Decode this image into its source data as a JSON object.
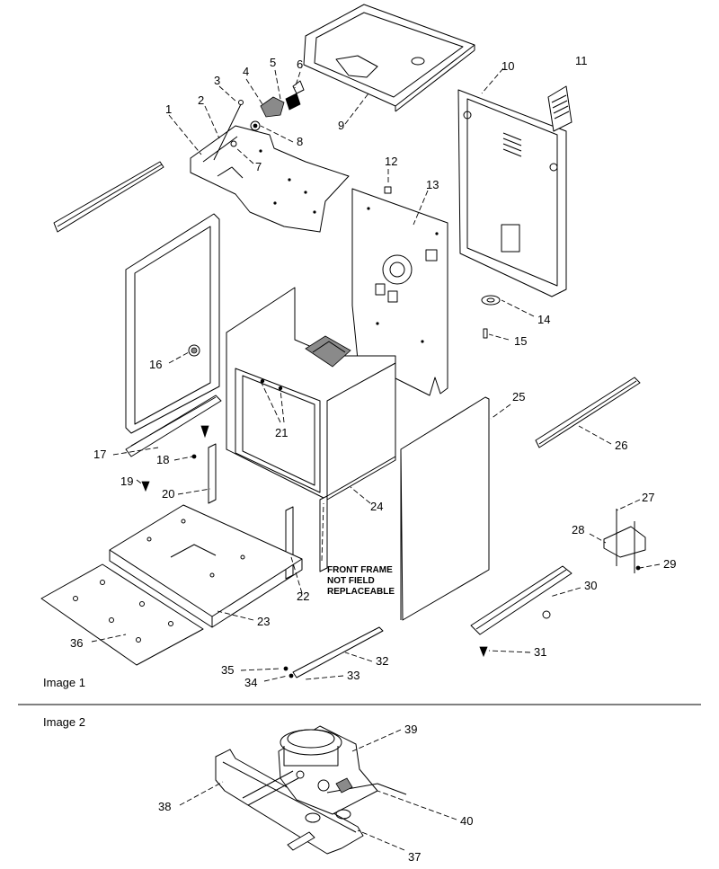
{
  "sections": {
    "image1_label": "Image 1",
    "image2_label": "Image 2"
  },
  "note": {
    "line1": "FRONT FRAME",
    "line2": "NOT FIELD",
    "line3": "REPLACEABLE"
  },
  "callouts": [
    {
      "id": "c1",
      "text": "1"
    },
    {
      "id": "c2",
      "text": "2"
    },
    {
      "id": "c3",
      "text": "3"
    },
    {
      "id": "c4",
      "text": "4"
    },
    {
      "id": "c5",
      "text": "5"
    },
    {
      "id": "c6",
      "text": "6"
    },
    {
      "id": "c7",
      "text": "7"
    },
    {
      "id": "c8",
      "text": "8"
    },
    {
      "id": "c9",
      "text": "9"
    },
    {
      "id": "c10",
      "text": "10"
    },
    {
      "id": "c11",
      "text": "11"
    },
    {
      "id": "c12",
      "text": "12"
    },
    {
      "id": "c13",
      "text": "13"
    },
    {
      "id": "c14",
      "text": "14"
    },
    {
      "id": "c15",
      "text": "15"
    },
    {
      "id": "c16",
      "text": "16"
    },
    {
      "id": "c17",
      "text": "17"
    },
    {
      "id": "c18",
      "text": "18"
    },
    {
      "id": "c19",
      "text": "19"
    },
    {
      "id": "c20",
      "text": "20"
    },
    {
      "id": "c21",
      "text": "21"
    },
    {
      "id": "c22",
      "text": "22"
    },
    {
      "id": "c23",
      "text": "23"
    },
    {
      "id": "c24",
      "text": "24"
    },
    {
      "id": "c25",
      "text": "25"
    },
    {
      "id": "c26",
      "text": "26"
    },
    {
      "id": "c27",
      "text": "27"
    },
    {
      "id": "c28",
      "text": "28"
    },
    {
      "id": "c29",
      "text": "29"
    },
    {
      "id": "c30",
      "text": "30"
    },
    {
      "id": "c31",
      "text": "31"
    },
    {
      "id": "c32",
      "text": "32"
    },
    {
      "id": "c33",
      "text": "33"
    },
    {
      "id": "c34",
      "text": "34"
    },
    {
      "id": "c35",
      "text": "35"
    },
    {
      "id": "c36",
      "text": "36"
    },
    {
      "id": "c37",
      "text": "37"
    },
    {
      "id": "c38",
      "text": "38"
    },
    {
      "id": "c39",
      "text": "39"
    },
    {
      "id": "c40",
      "text": "40"
    }
  ]
}
